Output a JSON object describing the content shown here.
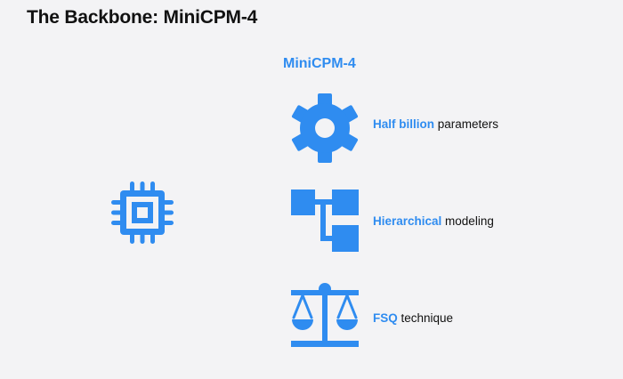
{
  "slide": {
    "title": "The Backbone: MiniCPM-4"
  },
  "accent_color": "#2f8cf0",
  "backbone": {
    "heading": "MiniCPM-4",
    "icon": "chip-icon",
    "features": [
      {
        "icon": "gear-icon",
        "highlight": "Half billion",
        "text": " parameters"
      },
      {
        "icon": "hierarchy-icon",
        "highlight": "Hierarchical",
        "text": " modeling"
      },
      {
        "icon": "scale-icon",
        "highlight": "FSQ",
        "text": " technique"
      }
    ]
  }
}
